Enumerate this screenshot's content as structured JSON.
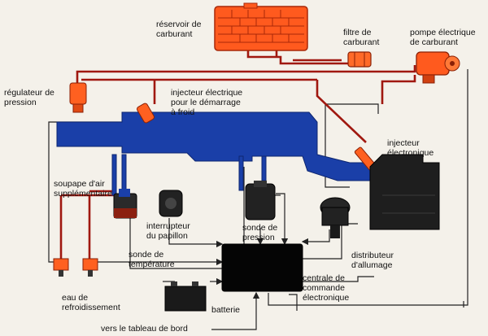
{
  "labels": {
    "fuel_tank": "réservoir de\ncarburant",
    "fuel_filter": "filtre de\ncarburant",
    "fuel_pump": "pompe électrique\nde carburant",
    "pressure_regulator": "régulateur de\npression",
    "cold_start_injector": "injecteur électrique\npour le démarrage\nà froid",
    "electronic_injector": "injecteur\nélectronique",
    "aux_air_valve": "soupape d'air\nsupplémentaire",
    "throttle_switch": "interrupteur\ndu papillon",
    "pressure_sensor": "sonde de\npression",
    "ignition_distributor": "distributeur\nd'allumage",
    "temperature_sensor": "sonde de\ntempérature",
    "coolant_water": "eau de\nrefroidissement",
    "ecu": "centrale de\ncommande\nélectronique",
    "battery": "batterie",
    "dashboard": "vers le tableau de bord"
  },
  "colors": {
    "fuel_line": "#a01810",
    "air_duct": "#1a3fa8",
    "wire": "#222222",
    "tank": "#ff5a1e",
    "engine": "#1e1e1e",
    "ecu": "#050505",
    "background": "#f4f1ea"
  }
}
